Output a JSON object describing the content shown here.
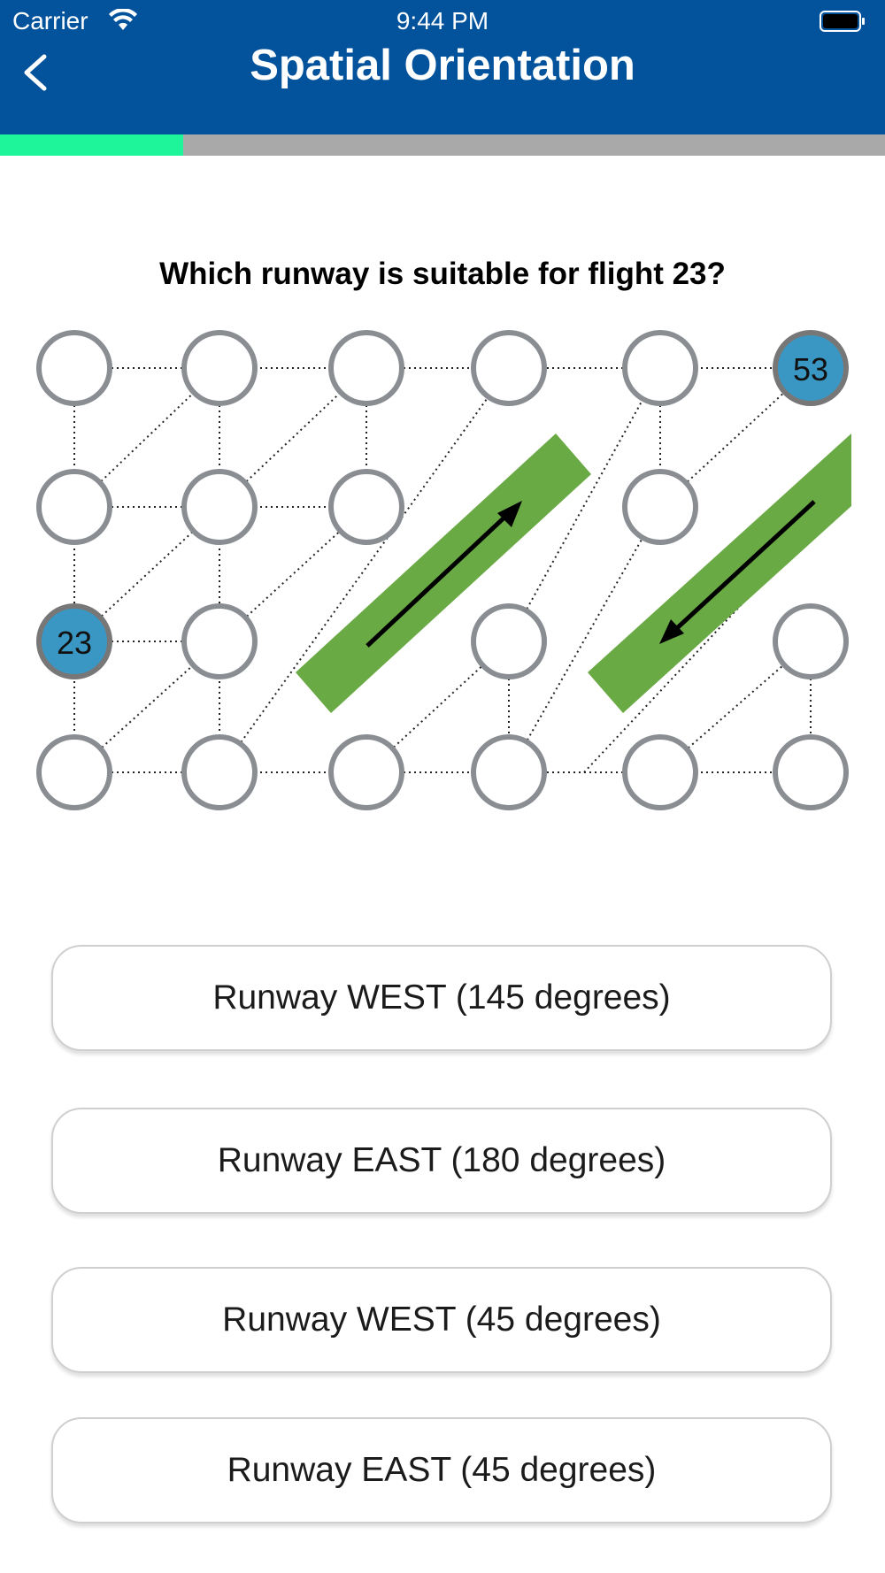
{
  "status_bar": {
    "carrier": "Carrier",
    "time": "9:44 PM"
  },
  "header": {
    "title": "Spatial Orientation",
    "back_icon": "chevron-left-icon"
  },
  "progress": {
    "fraction": 0.207,
    "fill_color": "#1ef59a",
    "track_color": "#a9a9a9"
  },
  "question": "Which runway is suitable for flight 23?",
  "diagram": {
    "node_labels": {
      "top_right": "53",
      "left": "23"
    },
    "runway_color": "#6aaa44",
    "highlight_color": "#3a97c4"
  },
  "options": [
    "Runway WEST (145 degrees)",
    "Runway EAST (180 degrees)",
    "Runway WEST (45 degrees)",
    "Runway EAST (45 degrees)"
  ],
  "colors": {
    "header": "#02529c"
  }
}
